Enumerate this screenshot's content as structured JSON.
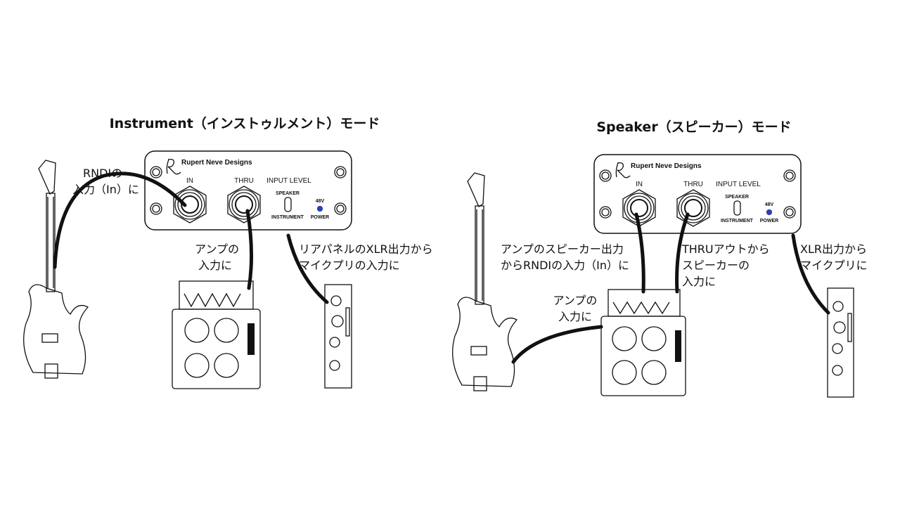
{
  "left": {
    "title": "Instrument（インストゥルメント）モード",
    "labels": {
      "rndi_line1": "RNDIの",
      "rndi_line2": "入力（In）に",
      "amp_line1": "アンプの",
      "amp_line2": "入力に",
      "xlr_line1": "リアパネルのXLR出力から",
      "xlr_line2": "マイクプリの入力に"
    }
  },
  "right": {
    "title": "Speaker（スピーカー）モード",
    "labels": {
      "spk_line1": "アンプのスピーカー出力",
      "spk_line2": "からRNDIの入力（In）に",
      "thru_line1": "THRUアウトから",
      "thru_line2": "スピーカーの",
      "thru_line3": "入力に",
      "xlr_line1": "XLR出力から",
      "xlr_line2": "マイクプリに",
      "amp_line1": "アンプの",
      "amp_line2": "入力に"
    }
  },
  "panel": {
    "brand": "Rupert Neve Designs",
    "in": "IN",
    "thru": "THRU",
    "input_level": "INPUT LEVEL",
    "speaker": "SPEAKER",
    "instrument": "INSTRUMENT",
    "phantom": "48V",
    "power": "POWER"
  },
  "colors": {
    "led": "#2a3fb8",
    "line": "#111111"
  }
}
